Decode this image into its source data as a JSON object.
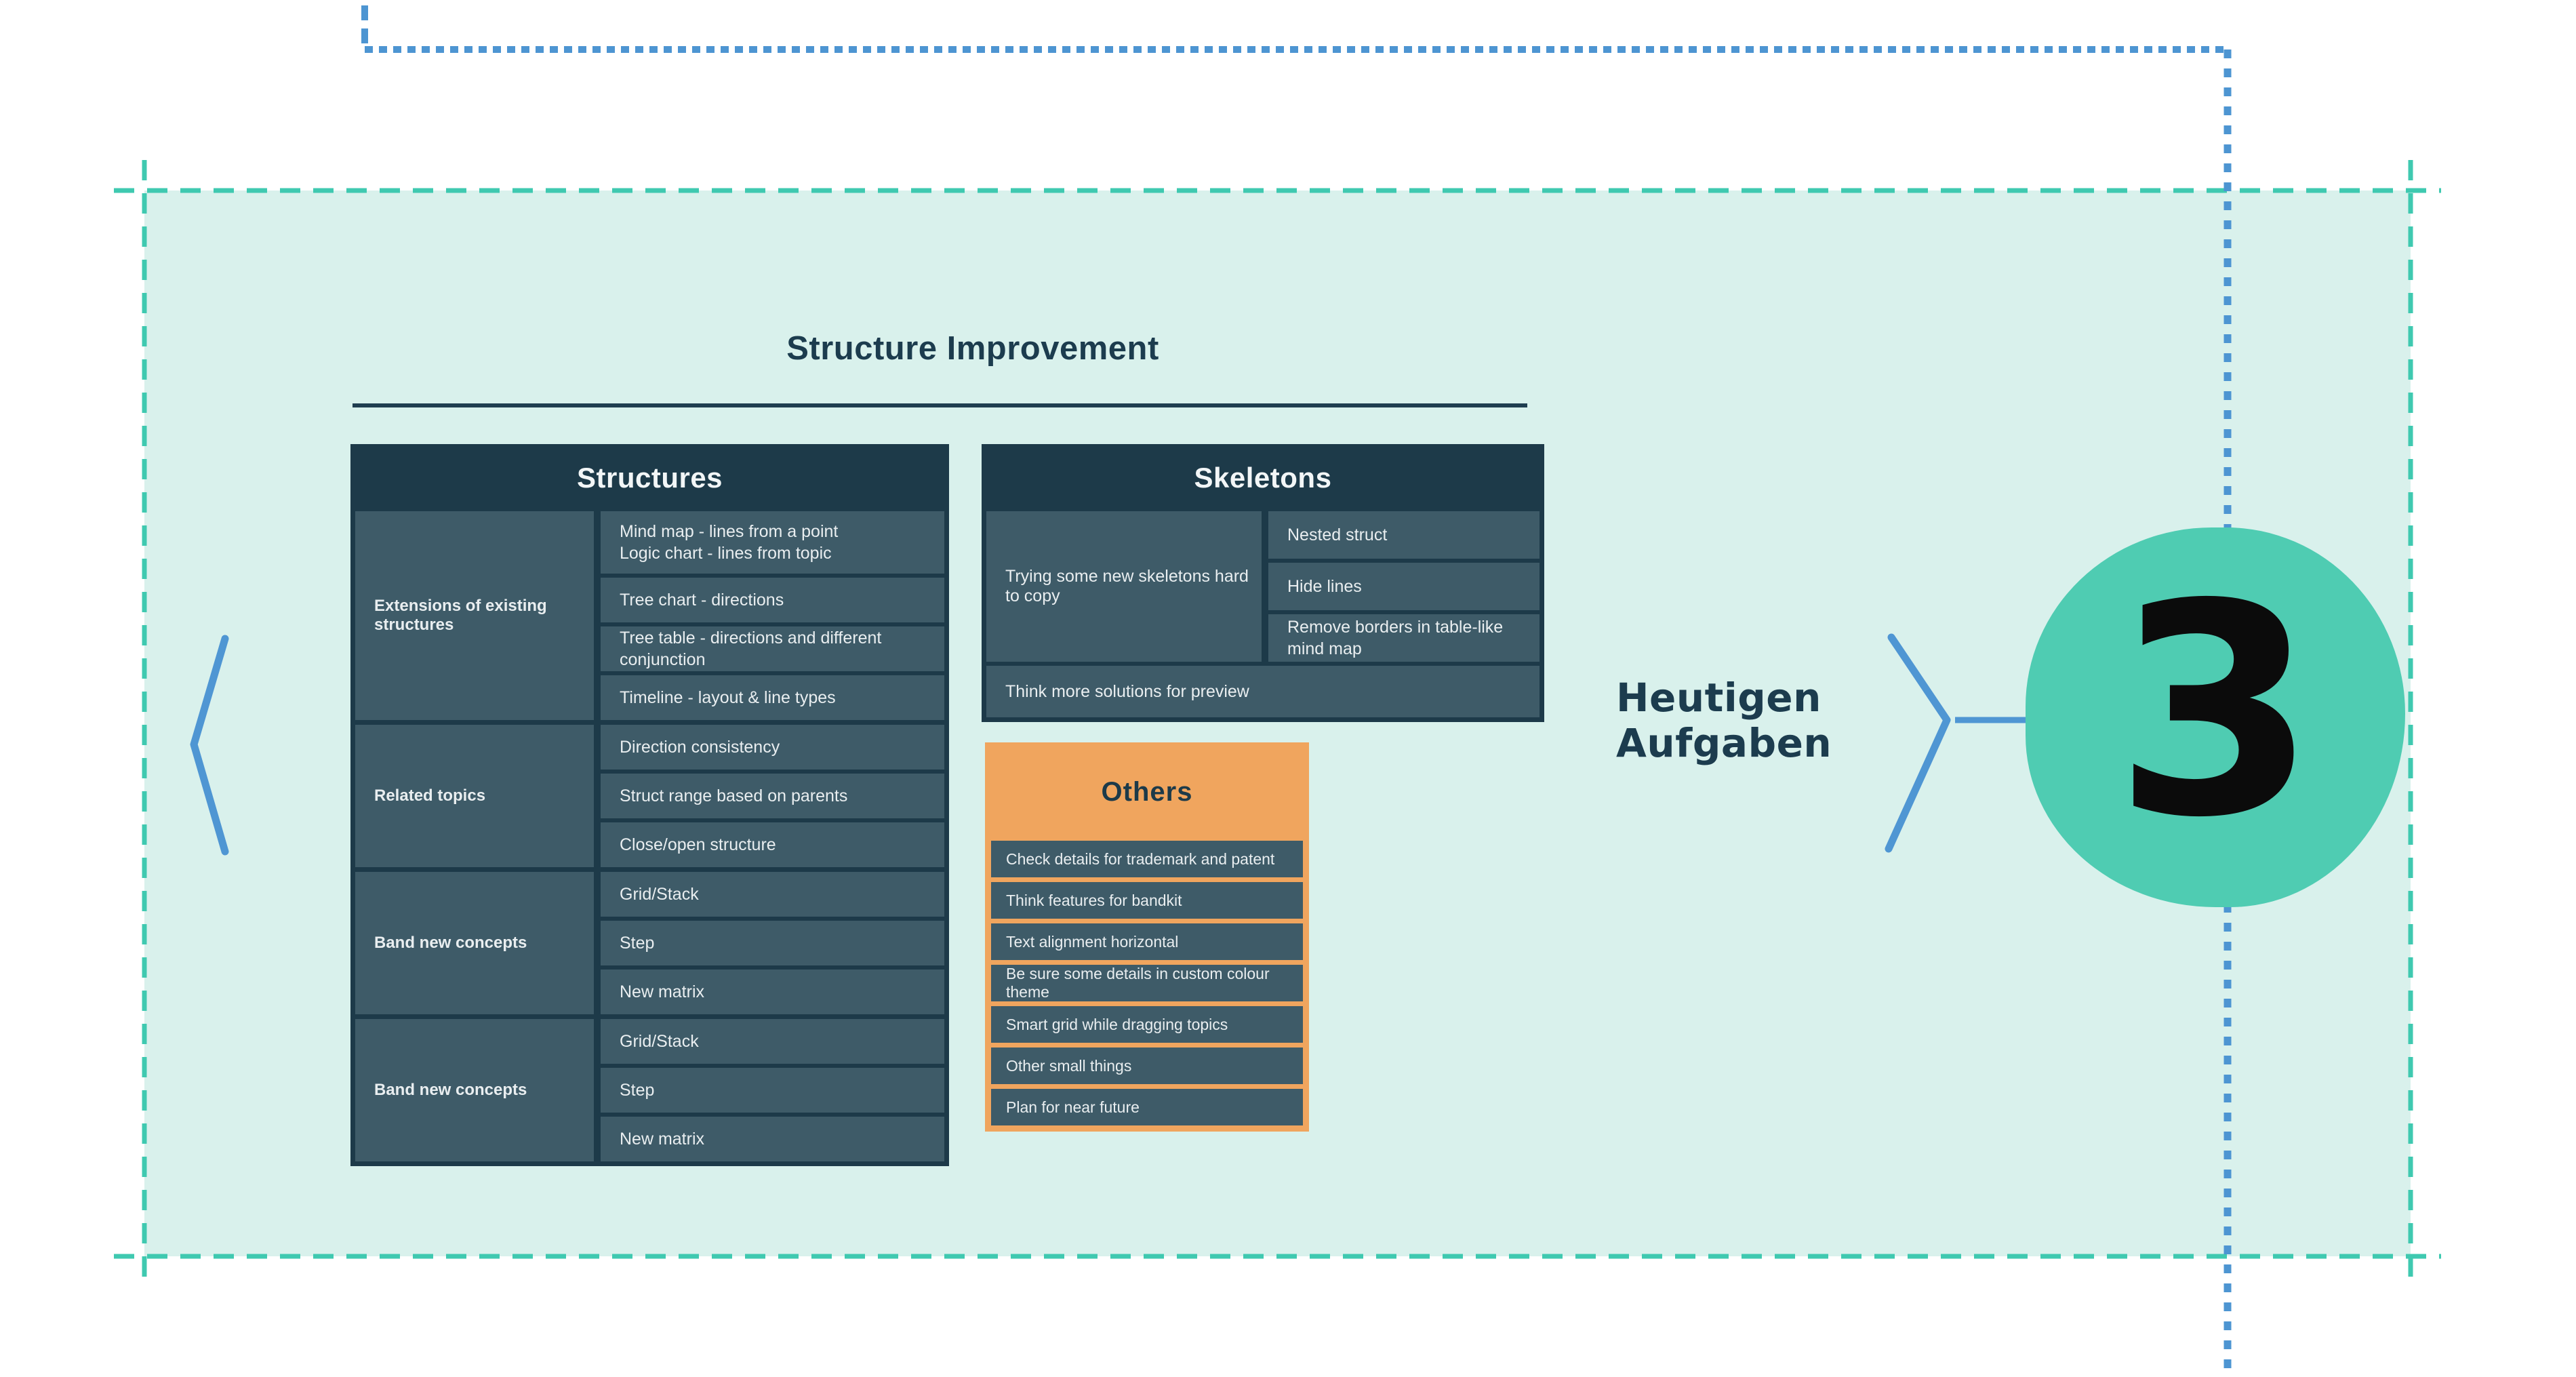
{
  "board": {
    "title": "Structure Improvement",
    "side_label": "Heutigen\nAufgaben",
    "badge_number": "3"
  },
  "colors": {
    "background": "#ffffff",
    "panel_mint": "#d9f1ec",
    "dash_teal": "#3fc9b0",
    "line_blue": "#4d95d2",
    "header_navy": "#1d3a49",
    "cell_slate": "#3e5b68",
    "accent_orange": "#f0a55e",
    "circle_teal": "#4fccb2",
    "text_dark": "#1c3c4e",
    "text_light": "#e9eef0"
  },
  "tables": {
    "structures": {
      "title": "Structures",
      "groups": [
        {
          "label": "Extensions of existing structures",
          "cells": [
            "Mind map - lines from a point\nLogic chart - lines from topic",
            "Tree chart - directions",
            "Tree table - directions and different conjunction",
            "Timeline - layout & line types"
          ]
        },
        {
          "label": "Related topics",
          "cells": [
            "Direction consistency",
            "Struct range based on parents",
            "Close/open structure"
          ]
        },
        {
          "label": "Band new concepts",
          "cells": [
            "Grid/Stack",
            "Step",
            "New matrix"
          ]
        },
        {
          "label": "Band new concepts",
          "cells": [
            "Grid/Stack",
            "Step",
            "New matrix"
          ]
        }
      ]
    },
    "skeletons": {
      "title": "Skeletons",
      "main_label": "Trying some new skeletons hard to copy",
      "cells": [
        "Nested struct",
        "Hide lines",
        "Remove borders in table-like mind map"
      ],
      "footer": "Think more solutions for preview"
    },
    "others": {
      "title": "Others",
      "items": [
        "Check details for trademark and patent",
        "Think features for bandkit",
        "Text alignment horizontal",
        "Be sure some details in custom colour theme",
        "Smart grid while dragging topics",
        "Other small things",
        "Plan for near future"
      ]
    }
  }
}
